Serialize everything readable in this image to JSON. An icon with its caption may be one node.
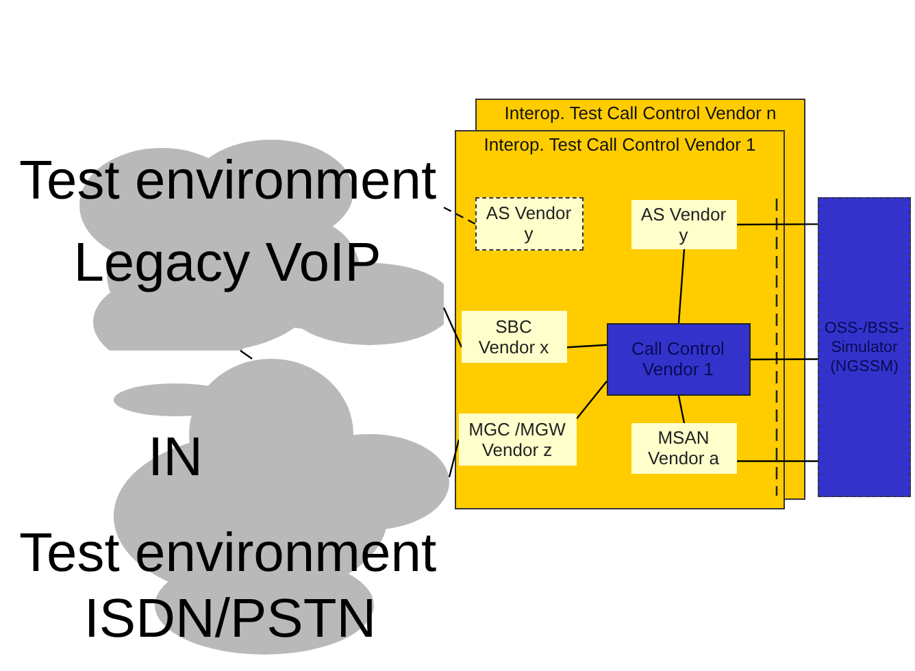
{
  "diagram": {
    "nodes": [
      {
        "text": [
          "Interop. Test Call Control Vendor n"
        ]
      },
      {
        "text": [
          "Interop. Test Call Control Vendor 1"
        ]
      },
      {
        "text": [
          "AS Vendor y"
        ],
        "in": 1
      },
      {
        "text": [
          "AS Vendor y"
        ],
        "in": 1
      },
      {
        "text": [
          "SBC Vendor x"
        ],
        "in": 1
      },
      {
        "text": [
          "Call Control Vendor 1"
        ],
        "in": 1
      },
      {
        "text": [
          "MGC /MGW Vendor z"
        ],
        "in": 1
      },
      {
        "text": [
          "MSAN Vendor a"
        ],
        "in": 1
      },
      {
        "text": [
          "OSS-/BSS-Simulator (NGSSM)"
        ]
      },
      {
        "text": [
          "Test environment",
          "Legacy VoIP"
        ]
      },
      {
        "text": [
          "IN",
          "Test environment",
          "ISDN/PSTN"
        ]
      }
    ],
    "edges": [
      {
        "from": 9,
        "to": 2,
        "arrow": "none",
        "style": "dashed"
      },
      {
        "from": 9,
        "to": 4,
        "arrow": "none"
      },
      {
        "from": 9,
        "to": 10,
        "arrow": "none"
      },
      {
        "from": 10,
        "to": 6,
        "arrow": "none"
      },
      {
        "from": 4,
        "to": 5,
        "arrow": "none"
      },
      {
        "from": 6,
        "to": 5,
        "arrow": "none"
      },
      {
        "from": 3,
        "to": 5,
        "arrow": "none"
      },
      {
        "from": 5,
        "to": 7,
        "arrow": "none"
      },
      {
        "from": 3,
        "to": 8,
        "arrow": "none"
      },
      {
        "from": 5,
        "to": 8,
        "arrow": "none"
      },
      {
        "from": 7,
        "to": 8,
        "arrow": "none"
      }
    ]
  }
}
